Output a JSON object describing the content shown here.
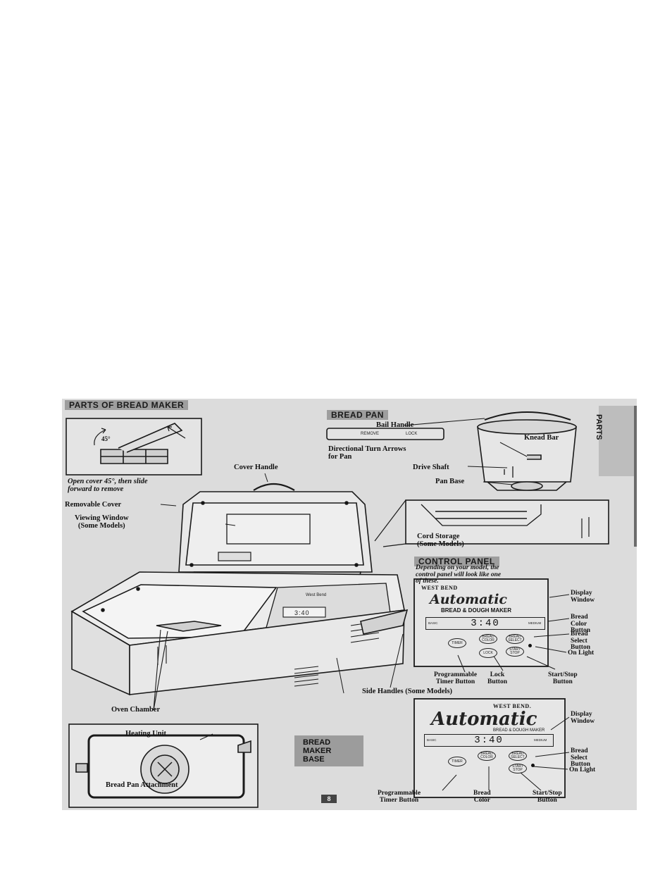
{
  "sections": {
    "parts_title": "PARTS OF BREAD MAKER",
    "bread_pan_title": "BREAD PAN",
    "control_panel_title": "CONTROL PANEL",
    "control_panel_note": "Depending on your model, the\ncontrol panel will look like one\nof these.",
    "side_tab": "PARTS",
    "page_number": "8"
  },
  "labels": {
    "cover_note": "Open cover 45°, then slide\nforward to remove",
    "angle": "45°",
    "cover_handle": "Cover Handle",
    "removable_cover": "Removable Cover",
    "viewing_window": "Viewing Window\n(Some Models)",
    "bail_handle": "Bail Handle",
    "turn_arrows": "Directional Turn Arrows\nfor Pan",
    "remove": "REMOVE",
    "lock": "LOCK",
    "knead_bar": "Knead Bar",
    "drive_shaft": "Drive Shaft",
    "pan_base": "Pan Base",
    "cord_storage": "Cord Storage\n(Some Models)",
    "oven_chamber": "Oven Chamber",
    "side_handles": "Side Handles  (Some Models)",
    "heating_unit": "Heating Unit",
    "bread_pan_attachment": "Bread Pan Attachment",
    "base": "BREAD\nMAKER\nBASE"
  },
  "panel1": {
    "brand": "WEST BEND",
    "script": "Automatic",
    "subtitle": "BREAD & DOUGH MAKER",
    "display": "3:40",
    "left_tiny": "BASIC",
    "right_tiny": "MEDIUM",
    "buttons": [
      "TIMER",
      "BREAD COLOR",
      "BREAD SELECT",
      "LOCK",
      "START STOP"
    ],
    "callouts": {
      "display_window": "Display\nWindow",
      "bread_color_button": "Bread\nColor\nButton",
      "bread_select_button": "Bread\nSelect\nButton",
      "on_light": "On Light",
      "programmable_timer_button": "Programmable\nTimer Button",
      "lock_button": "Lock\nButton",
      "start_stop_button": "Start/Stop\nButton"
    }
  },
  "panel2": {
    "brand": "WEST BEND.",
    "script": "Automatic",
    "subtitle": "BREAD & DOUGH MAKER",
    "display": "3:40",
    "left_tiny": "BASIC",
    "right_tiny": "MEDIUM",
    "buttons": [
      "TIMER",
      "BREAD COLOR",
      "BREAD SELECT",
      "START STOP"
    ],
    "callouts": {
      "display_window": "Display\nWindow",
      "bread_select_button": "Bread\nSelect\nButton",
      "on_light": "On Light",
      "programmable_timer_button": "Programmable\nTimer Button",
      "bread_color": "Bread\nColor",
      "start_stop_button": "Start/Stop\nButton"
    }
  },
  "machine": {
    "brand": "West Bend",
    "display": "3:40"
  }
}
